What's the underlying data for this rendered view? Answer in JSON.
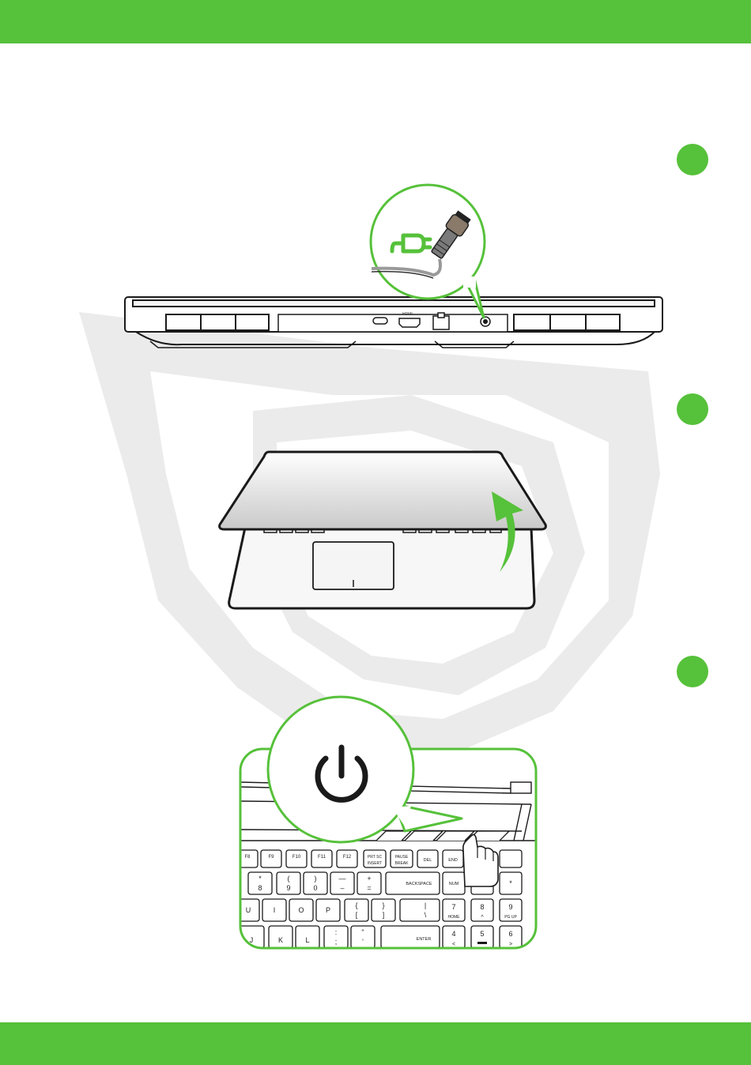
{
  "colors": {
    "brand_green": "#56c13a",
    "watermark": "#ebebeb",
    "ink": "#1a1a1a"
  },
  "steps": [
    {
      "dot": "step-1-dot",
      "illustration": "power-adapter-connection"
    },
    {
      "dot": "step-2-dot",
      "illustration": "open-lid"
    },
    {
      "dot": "step-3-dot",
      "illustration": "press-power-button"
    }
  ],
  "icons": [
    "power-plug-icon",
    "dc-connector-icon",
    "curved-arrow-icon",
    "power-symbol-icon",
    "pointing-finger-icon",
    "background-logo-watermark"
  ],
  "rear_ports": {
    "hdmi_label": "HDMI"
  },
  "keyboard": {
    "row_fn": [
      "F8",
      "F9",
      "F10",
      "F11",
      "F12",
      "PRT SC",
      "PAUSE",
      "DEL",
      "END"
    ],
    "row_fn_sub": [
      "",
      "",
      "",
      "",
      "",
      "INSERT",
      "BREAK",
      "",
      ""
    ],
    "row_num_top": [
      "*",
      "(",
      ")",
      "—",
      "+"
    ],
    "row_num_bottom": [
      "8",
      "9",
      "0",
      "–",
      "="
    ],
    "backspace": "BACKSPACE",
    "num": "NUM",
    "numpad_slash": "/",
    "numpad_star": "*",
    "row_u": [
      "U",
      "I",
      "O",
      "P"
    ],
    "bracket_top": [
      "{",
      "}",
      "|"
    ],
    "bracket_bottom": [
      "[",
      "]",
      "\\"
    ],
    "numpad_7": "7",
    "numpad_7_sub": "HOME",
    "numpad_8": "8",
    "numpad_8_sub": "^",
    "numpad_9": "9",
    "numpad_9_sub": "PG UP",
    "row_j": [
      "J",
      "K",
      "L"
    ],
    "colon_top": ":",
    "colon_bottom": ";",
    "quote_top": "\"",
    "quote_bottom": "'",
    "enter": "ENTER",
    "numpad_4": "4",
    "numpad_4_sub": "<",
    "numpad_5": "5",
    "numpad_6": "6",
    "numpad_6_sub": ">"
  }
}
